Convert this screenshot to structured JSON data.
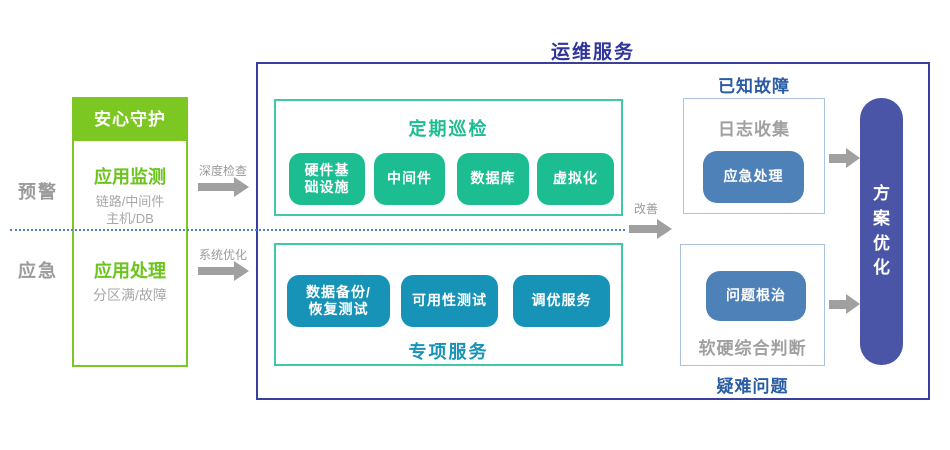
{
  "colors": {
    "bright_green": "#7cc722",
    "emerald": "#1dbd92",
    "cyan": "#1893b8",
    "outer_border_indigo": "#3a3f9c",
    "pill_blue": "#4a55a8",
    "node_blue": "#4f81b9",
    "section_title_blue": "#2a5da5",
    "gray_text": "#9b9b9b",
    "arrow_gray": "#a0a0a0",
    "dotted_line_blue": "#4e7fc9"
  },
  "left_labels": {
    "warning": "预警",
    "emergency": "应急"
  },
  "guard_box": {
    "header": "安心守护",
    "monitor": {
      "title": "应用监测",
      "sub1": "链路/中间件",
      "sub2": "主机/DB"
    },
    "handle": {
      "title": "应用处理",
      "sub": "分区满/故障"
    }
  },
  "flow_arrows": {
    "deep_check": "深度检查",
    "system_optimize": "系统优化",
    "improve": "改善"
  },
  "service_box": {
    "title": "运维服务",
    "inspection": {
      "title": "定期巡检",
      "items": [
        {
          "label": "硬件基\n础设施"
        },
        {
          "label": "中间件"
        },
        {
          "label": "数据库"
        },
        {
          "label": "虚拟化"
        }
      ]
    },
    "special": {
      "title": "专项服务",
      "items": [
        {
          "label": "数据备份/\n恢复测试"
        },
        {
          "label": "可用性测试"
        },
        {
          "label": "调优服务"
        }
      ]
    }
  },
  "known_fault": {
    "title": "已知故障",
    "label": "日志收集",
    "button": "应急处理"
  },
  "difficult_issue": {
    "title": "疑难问题",
    "button": "问题根治",
    "label": "软硬综合判断"
  },
  "result_pill": {
    "label": "方案优化"
  }
}
